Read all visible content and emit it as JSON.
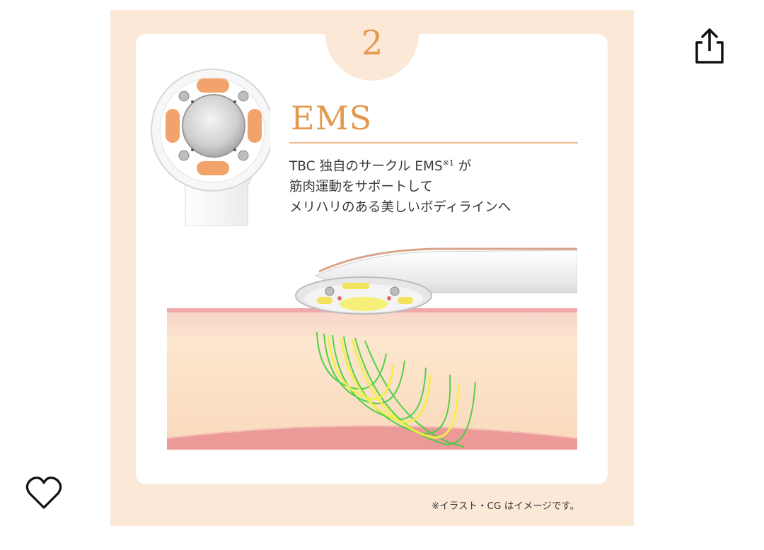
{
  "slide": {
    "step_number": "2",
    "title": "EMS",
    "description_lines": {
      "line1_text": "TBC 独自のサークル EMS",
      "line1_sup": "※1",
      "line1_tail": " が",
      "line2": "筋肉運動をサポートして",
      "line3": "メリハリのある美しいボディラインへ"
    },
    "footnote": "※イラスト・CG はイメージです。"
  },
  "actions": {
    "share_icon": "share-icon",
    "favorite_icon": "heart-icon"
  },
  "colors": {
    "frame_bg": "#fbe8d7",
    "accent": "#e39a4e",
    "pad_orange": "#f2a36b",
    "skin_surface": "#f0a8a8",
    "muscle": "#eb9a98",
    "ems_green": "#3fcf3f",
    "ems_yellow": "#f3f04a"
  }
}
